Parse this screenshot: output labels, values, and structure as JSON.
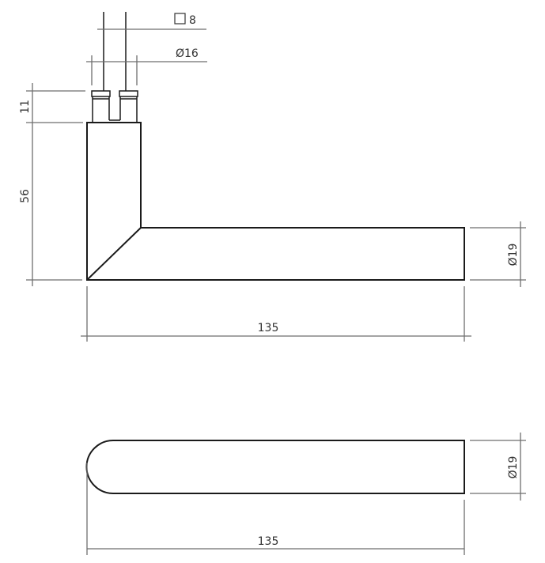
{
  "drawing": {
    "subject": "lever door handle technical drawing",
    "colors": {
      "outline": "#1a1a1a",
      "dimension_line": "#6e6e6e",
      "text": "#333333",
      "background": "#ffffff"
    },
    "side_view": {
      "spindle_square_label": "8",
      "spindle_square_symbol": "square",
      "rose_diameter_label": "Ø16",
      "rose_height_label": "11",
      "handle_height_label": "56",
      "lever_diameter_label": "Ø19",
      "length_label": "135"
    },
    "top_view": {
      "lever_diameter_label": "Ø19",
      "length_label": "135"
    }
  }
}
